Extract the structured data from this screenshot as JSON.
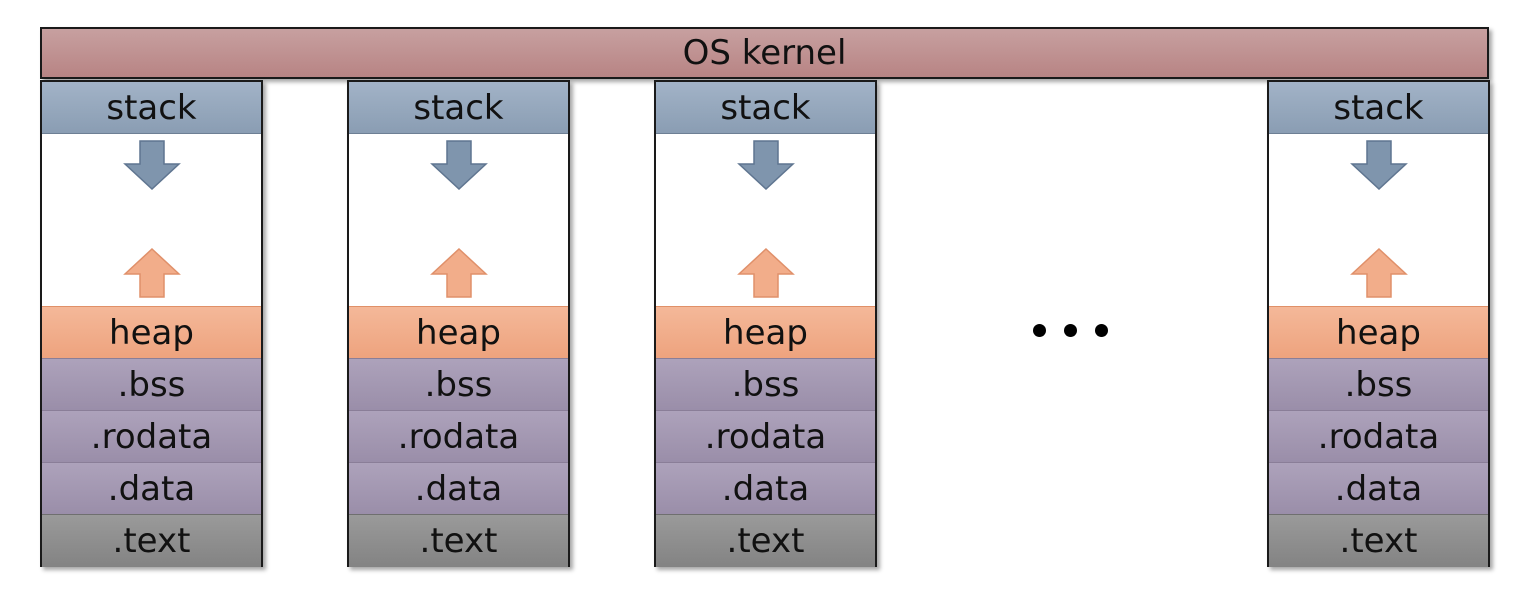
{
  "kernel": {
    "label": "OS kernel"
  },
  "processes": [
    {
      "stack": "stack",
      "heap": "heap",
      "bss": ".bss",
      "rodata": ".rodata",
      "data": ".data",
      "text": ".text"
    },
    {
      "stack": "stack",
      "heap": "heap",
      "bss": ".bss",
      "rodata": ".rodata",
      "data": ".data",
      "text": ".text"
    },
    {
      "stack": "stack",
      "heap": "heap",
      "bss": ".bss",
      "rodata": ".rodata",
      "data": ".data",
      "text": ".text"
    },
    {
      "stack": "stack",
      "heap": "heap",
      "bss": ".bss",
      "rodata": ".rodata",
      "data": ".data",
      "text": ".text"
    }
  ],
  "colors": {
    "kernel": "#bc8b8b",
    "stack": "#94a6ba",
    "heap": "#f0ab88",
    "data_segments": "#a396b0",
    "text_segment": "#8c8c8c",
    "stack_arrow": "#7f95ad",
    "heap_arrow": "#f2ad8a"
  },
  "icons": {
    "stack_growth": "arrow-down-icon",
    "heap_growth": "arrow-up-icon",
    "more_processes": "ellipsis-icon"
  }
}
